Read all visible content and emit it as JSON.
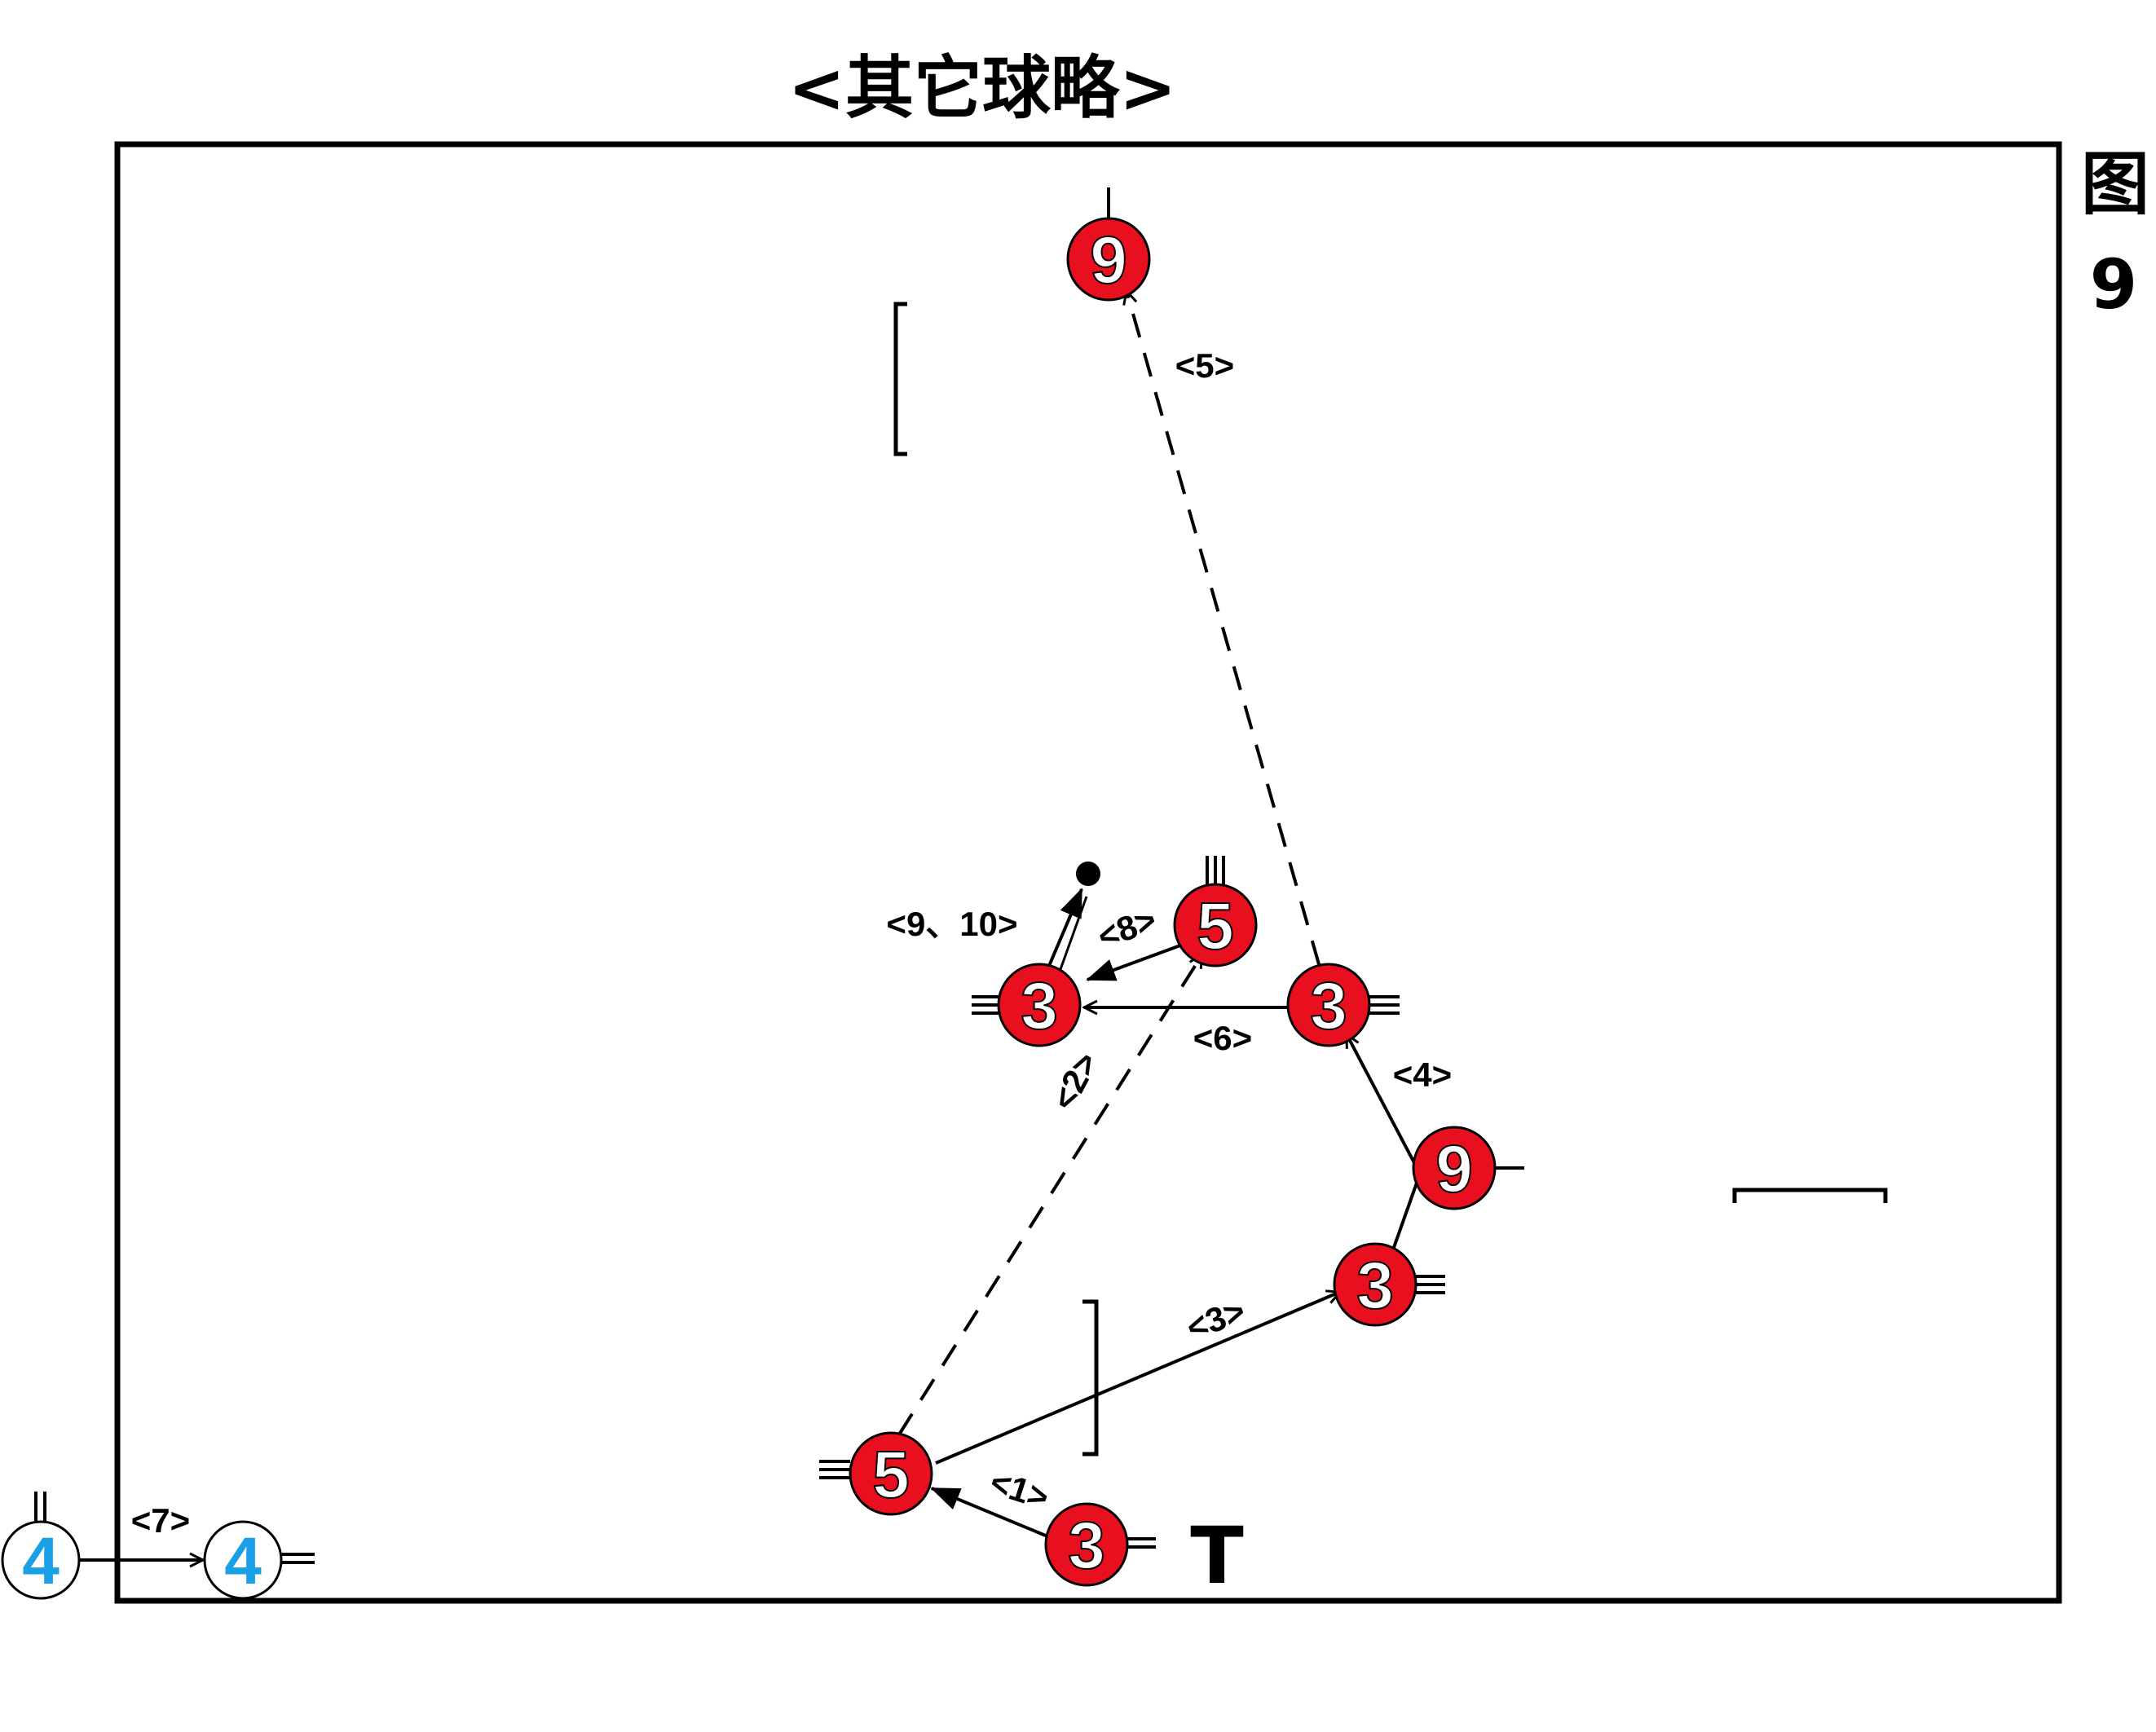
{
  "title": "<其它球略>",
  "figure_label": {
    "char": "图",
    "number": "9"
  },
  "colors": {
    "red_fill": "#e8101f",
    "red_text": "#ffffff",
    "blue_fill": "#ffffff",
    "blue_text": "#1aa0e6",
    "line": "#000000"
  },
  "players": [
    {
      "id": "p9-top",
      "number": "9",
      "team": "red"
    },
    {
      "id": "p5-mid",
      "number": "5",
      "team": "red"
    },
    {
      "id": "p3-midleft",
      "number": "3",
      "team": "red"
    },
    {
      "id": "p3-midright",
      "number": "3",
      "team": "red"
    },
    {
      "id": "p9-right",
      "number": "9",
      "team": "red"
    },
    {
      "id": "p3-lowright",
      "number": "3",
      "team": "red"
    },
    {
      "id": "p5-bottom",
      "number": "5",
      "team": "red"
    },
    {
      "id": "p3-bottom",
      "number": "3",
      "team": "red"
    },
    {
      "id": "p4-left",
      "number": "4",
      "team": "blue"
    },
    {
      "id": "p4-right",
      "number": "4",
      "team": "blue"
    }
  ],
  "steps": [
    {
      "id": "step-1",
      "label": "<1>",
      "style": "solid-filled"
    },
    {
      "id": "step-2",
      "label": "<2>",
      "style": "dashed"
    },
    {
      "id": "step-3",
      "label": "<3>",
      "style": "solid"
    },
    {
      "id": "step-4",
      "label": "<4>",
      "style": "solid"
    },
    {
      "id": "step-5",
      "label": "<5>",
      "style": "dashed"
    },
    {
      "id": "step-6",
      "label": "<6>",
      "style": "solid"
    },
    {
      "id": "step-7",
      "label": "<7>",
      "style": "solid"
    },
    {
      "id": "step-8",
      "label": "<8>",
      "style": "solid-filled"
    },
    {
      "id": "step-9-10",
      "label": "<9、10>",
      "style": "solid-filled"
    }
  ],
  "tee_mark": "T"
}
